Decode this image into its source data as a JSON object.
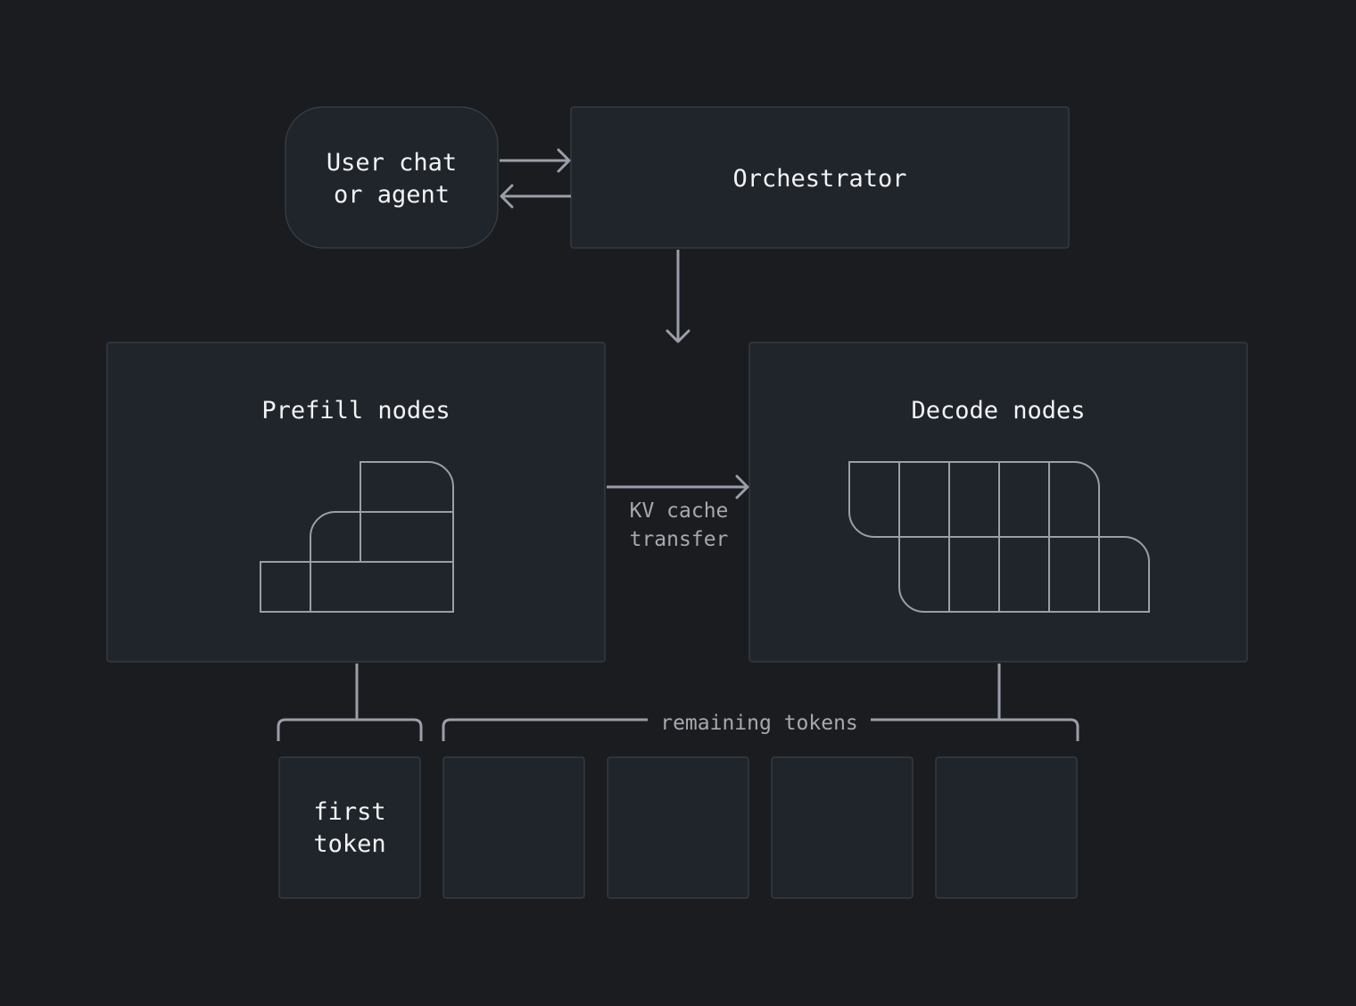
{
  "diagram": {
    "user": {
      "line1": "User chat",
      "line2": "or agent"
    },
    "orchestrator": {
      "label": "Orchestrator"
    },
    "prefill": {
      "label": "Prefill nodes"
    },
    "decode": {
      "label": "Decode nodes"
    },
    "kv_transfer": {
      "line1": "KV cache",
      "line2": "transfer"
    },
    "first_token": {
      "line1": "first",
      "line2": "token"
    },
    "remaining_tokens": {
      "label": "remaining tokens"
    }
  }
}
